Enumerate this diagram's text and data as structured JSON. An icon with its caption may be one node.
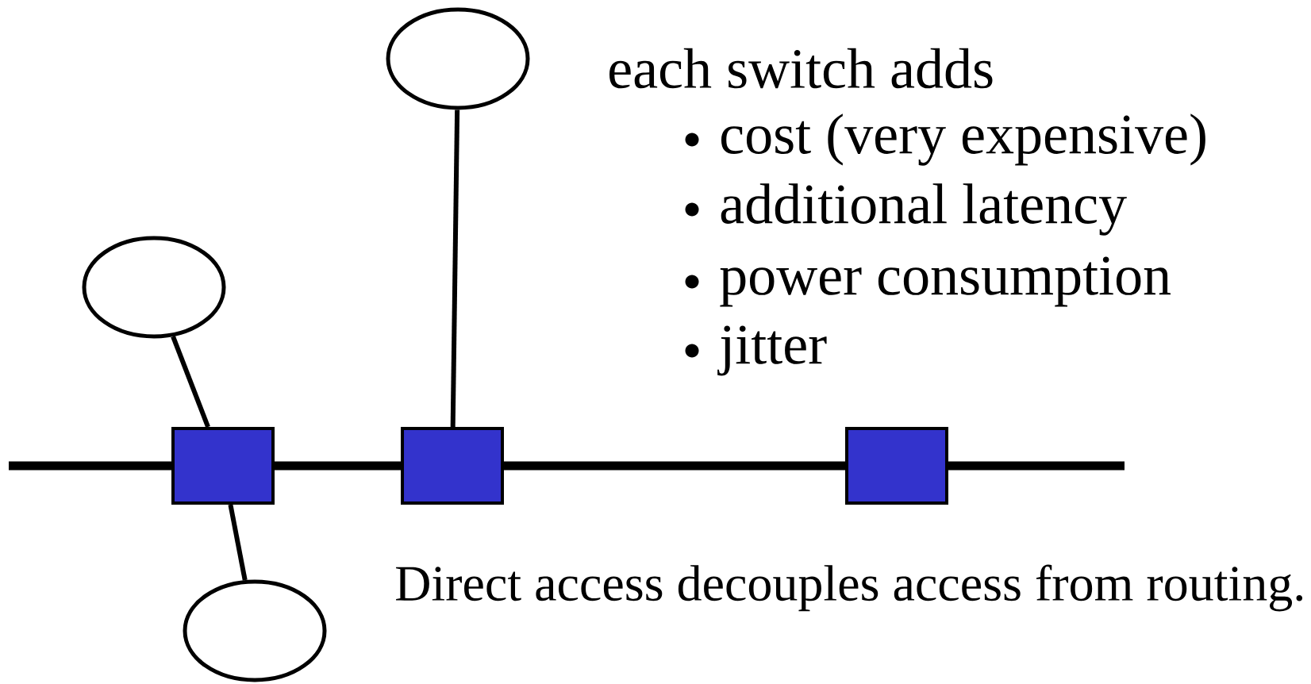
{
  "diagram": {
    "nodes": [
      {
        "text": [],
        "shape": "ellipse"
      },
      {
        "text": [],
        "shape": "ellipse"
      },
      {
        "text": [],
        "shape": "ellipse"
      },
      {
        "text": [],
        "shape": "box"
      },
      {
        "text": [],
        "shape": "box"
      },
      {
        "text": [],
        "shape": "box"
      }
    ],
    "edges": [
      {
        "from": 0,
        "to": 3,
        "arrow": "none"
      },
      {
        "from": 3,
        "to": 1,
        "arrow": "none"
      },
      {
        "from": 2,
        "to": 4,
        "arrow": "none"
      },
      {
        "from": null,
        "to": 3,
        "arrow": "none"
      },
      {
        "from": 3,
        "to": 4,
        "arrow": "none"
      },
      {
        "from": 4,
        "to": 5,
        "arrow": "none"
      },
      {
        "from": 5,
        "to": null,
        "arrow": "none"
      }
    ],
    "labels": [
      "each switch adds",
      "cost (very expensive)",
      "additional latency",
      "power consumption",
      "jitter",
      "Direct access decouples access from routing."
    ]
  }
}
